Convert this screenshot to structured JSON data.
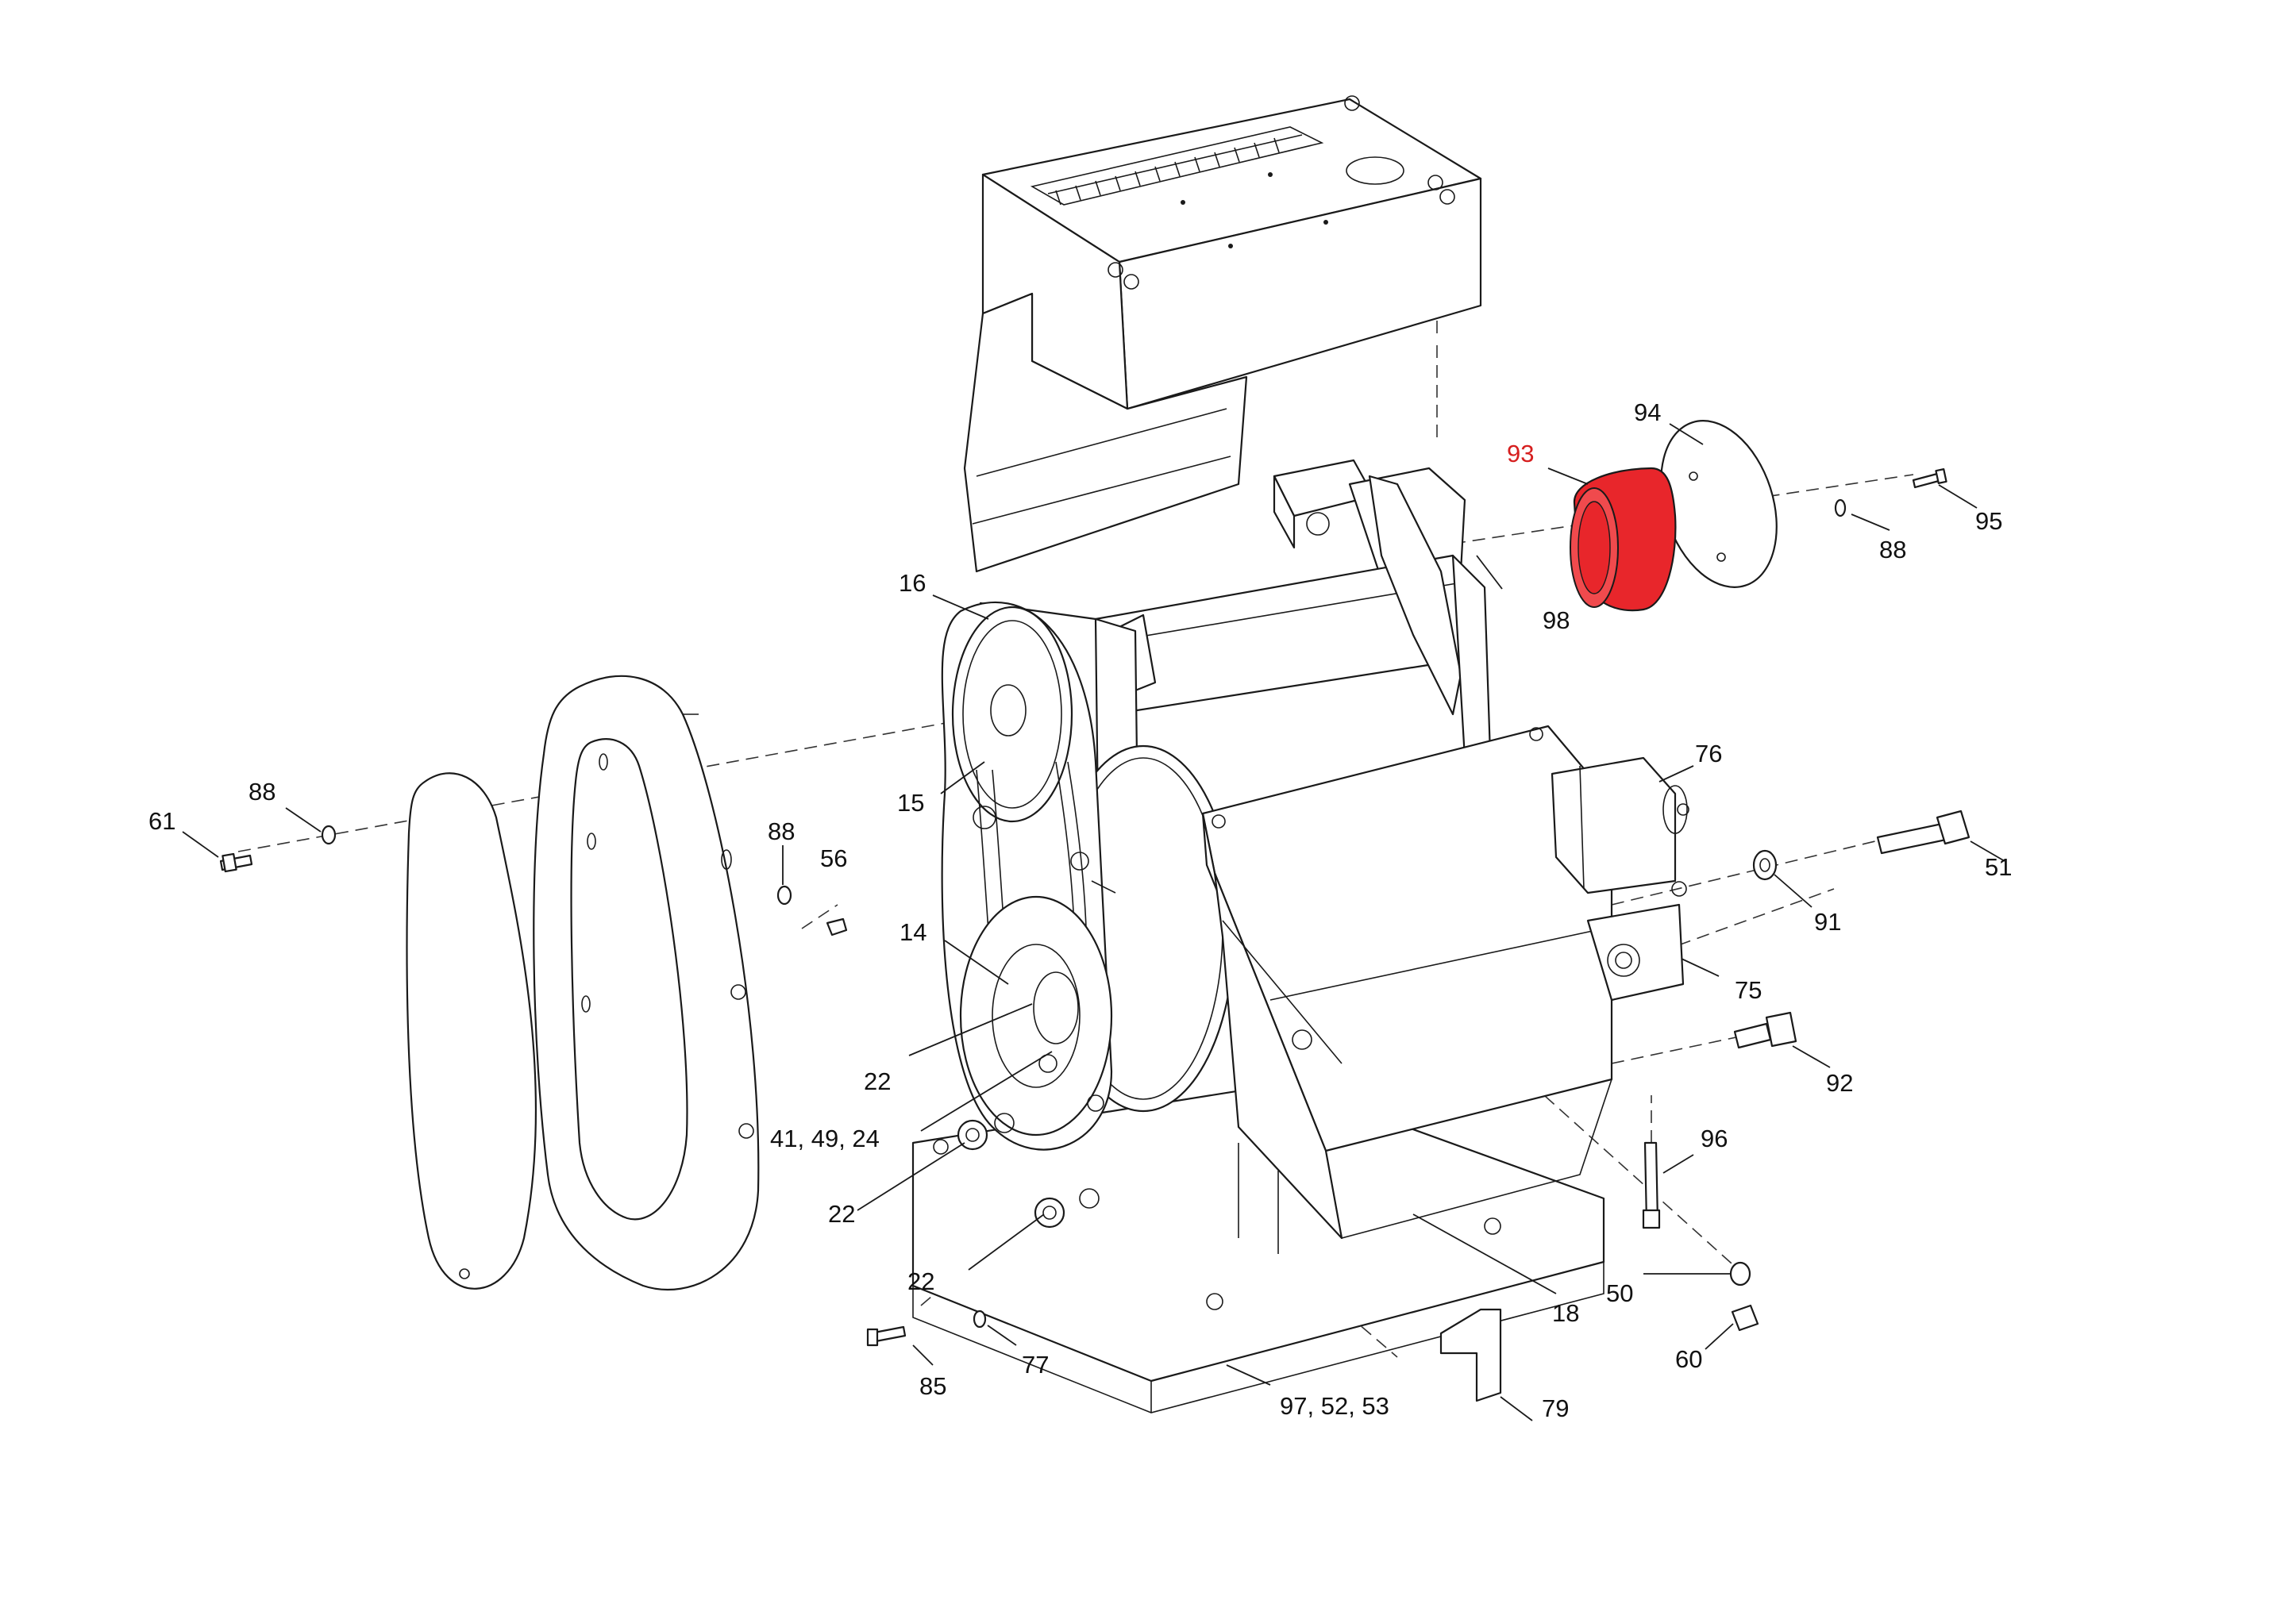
{
  "colors": {
    "line": "#1a1a1a",
    "highlight": "#e8262b",
    "highlight_text": "#d61f1f",
    "background": "#ffffff"
  },
  "highlighted_part": "93",
  "callouts": {
    "c16": "16",
    "c15": "15",
    "c14": "14",
    "c22a": "22",
    "c4149": "41, 49, 24",
    "c22b": "22",
    "c22c": "22",
    "c61": "61",
    "c88a": "88",
    "c88b": "88",
    "c56": "56",
    "c93": "93",
    "c94": "94",
    "c95": "95",
    "c88c": "88",
    "c98": "98",
    "c76": "76",
    "c51": "51",
    "c91": "91",
    "c75": "75",
    "c92": "92",
    "c96": "96",
    "c50": "50",
    "c18": "18",
    "c60": "60",
    "c85": "85",
    "c77": "77",
    "c975253": "97, 52, 53",
    "c79": "79"
  }
}
